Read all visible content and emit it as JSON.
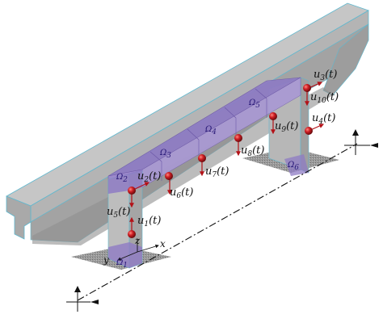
{
  "dof_labels": [
    {
      "base": "u",
      "sub": "1",
      "tail": "(t)"
    },
    {
      "base": "u",
      "sub": "2",
      "tail": "(t)"
    },
    {
      "base": "u",
      "sub": "3",
      "tail": "(t)"
    },
    {
      "base": "u",
      "sub": "4",
      "tail": "(t)"
    },
    {
      "base": "u",
      "sub": "5",
      "tail": "(t)"
    },
    {
      "base": "u",
      "sub": "6",
      "tail": "(t)"
    },
    {
      "base": "u",
      "sub": "7",
      "tail": "(t)"
    },
    {
      "base": "u",
      "sub": "8",
      "tail": "(t)"
    },
    {
      "base": "u",
      "sub": "9",
      "tail": "(t)"
    },
    {
      "base": "u",
      "sub": "10",
      "tail": "(t)"
    }
  ],
  "region_labels": [
    {
      "base": "Ω",
      "sub": "1"
    },
    {
      "base": "Ω",
      "sub": "2"
    },
    {
      "base": "Ω",
      "sub": "3"
    },
    {
      "base": "Ω",
      "sub": "4"
    },
    {
      "base": "Ω",
      "sub": "5"
    },
    {
      "base": "Ω",
      "sub": "6"
    }
  ],
  "axes": {
    "x": "x",
    "y": "y",
    "z": "z"
  },
  "colors": {
    "deck_top": "#c9c9c9",
    "deck_side": "#b3b3b3",
    "deck_shadow": "#9c9c9c",
    "edge": "#5fb8cf",
    "frame_purple": "#8e7bc4",
    "frame_purple_dark": "#6e5aa8",
    "node_red": "#c0171e",
    "arrow_red": "#b31218",
    "ground": "#8a8a8a"
  }
}
